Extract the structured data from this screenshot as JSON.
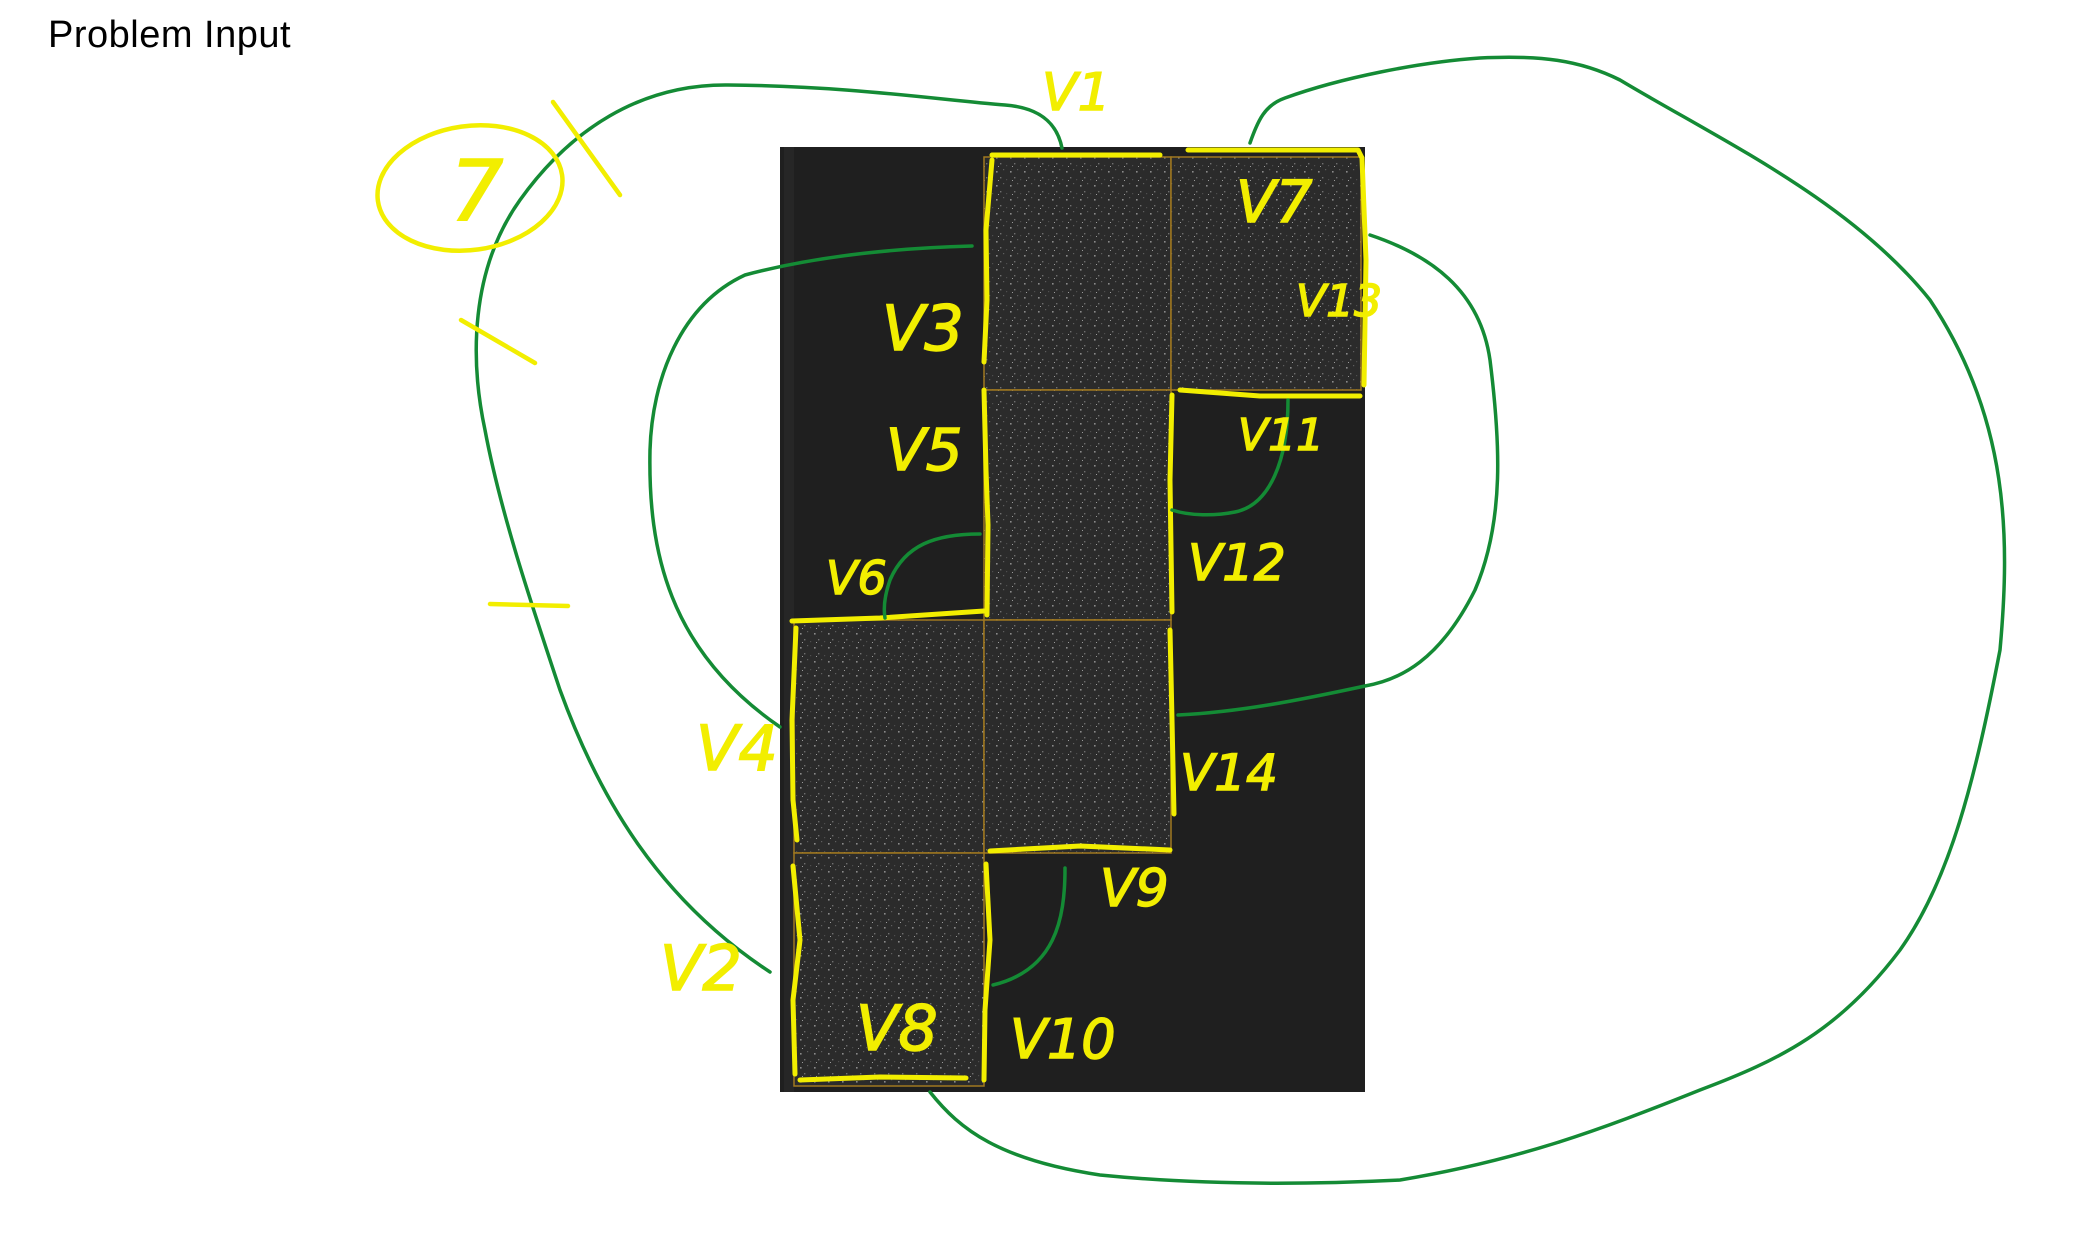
{
  "page": {
    "title": "Problem Input"
  },
  "colors": {
    "panel": "#1f1f1f",
    "tile": "#2b2b2b",
    "tile_outline": "#a07820",
    "annotation": "#f2ee00",
    "connector": "#148b35"
  },
  "legend": {
    "marker": "7"
  },
  "labels": {
    "v1": "V1",
    "v2": "V2",
    "v3": "V3",
    "v4": "V4",
    "v5": "V5",
    "v6": "V6",
    "v7": "V7",
    "v8": "V8",
    "v9": "V9",
    "v10": "V10",
    "v11": "V11",
    "v12": "V12",
    "v13": "V13",
    "v14": "V14"
  }
}
